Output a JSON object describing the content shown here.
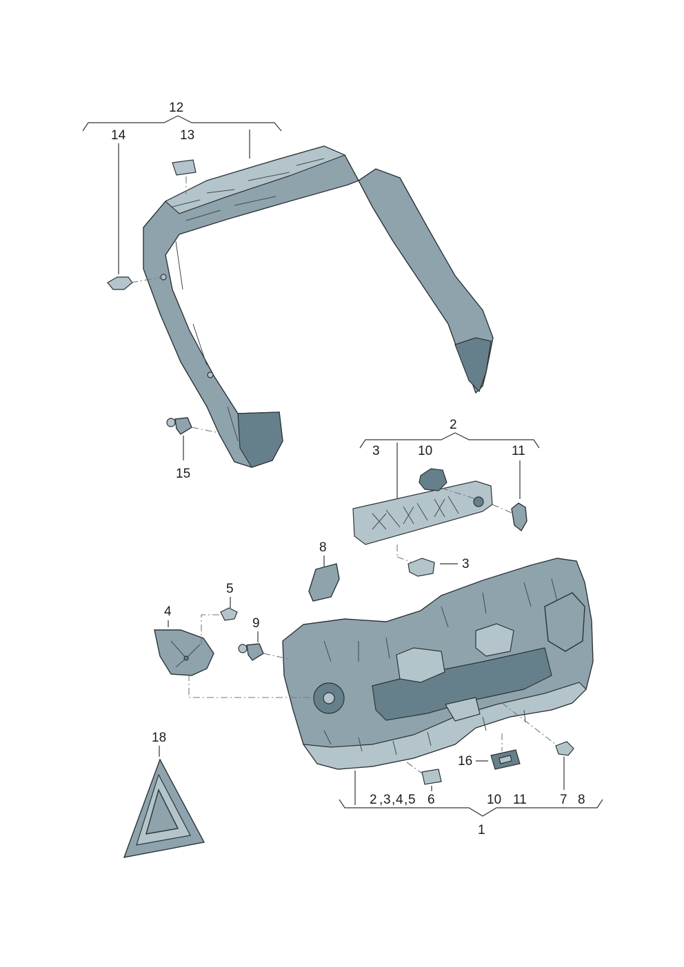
{
  "callouts": {
    "c12": "12",
    "c14": "14",
    "c13": "13",
    "c15": "15",
    "c2": "2",
    "c3a": "3",
    "c10a": "10",
    "c11a": "11",
    "c3b": "3",
    "c8a": "8",
    "c5": "5",
    "c4": "4",
    "c9": "9",
    "c18": "18",
    "c16": "16",
    "c6": "6",
    "c2b": "2",
    "c3c": "3",
    "c4b": "4",
    "c5b": "5",
    "c10b": "10",
    "c11b": "11",
    "c7": "7",
    "c8b": "8",
    "c1": "1"
  },
  "colors": {
    "part_fill": "#8fa3ad",
    "part_light": "#b4c4cb",
    "part_dark": "#66808b",
    "outline": "#2b3337"
  }
}
